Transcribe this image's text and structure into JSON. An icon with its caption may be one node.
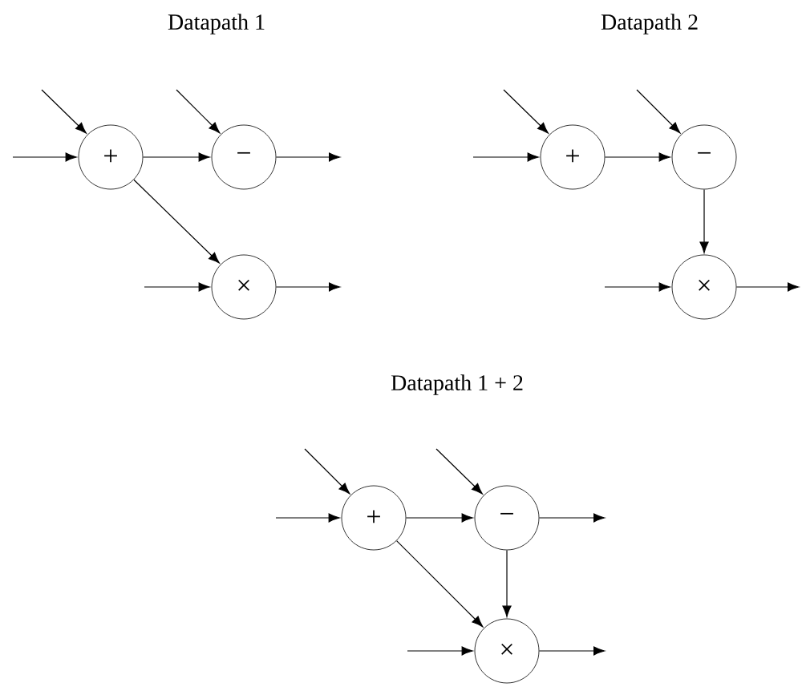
{
  "diagram": {
    "nodes": [
      {
        "text": [
          "+"
        ]
      },
      {
        "text": [
          "−"
        ]
      },
      {
        "text": [
          "×"
        ]
      },
      {
        "text": [
          "+"
        ]
      },
      {
        "text": [
          "−"
        ]
      },
      {
        "text": [
          "×"
        ]
      },
      {
        "text": [
          "+"
        ]
      },
      {
        "text": [
          "−"
        ]
      },
      {
        "text": [
          "×"
        ]
      }
    ],
    "edges": [
      {
        "from": null,
        "to": 0,
        "arrow": "to"
      },
      {
        "from": null,
        "to": 0,
        "arrow": "to"
      },
      {
        "from": 0,
        "to": 1,
        "arrow": "to"
      },
      {
        "from": null,
        "to": 1,
        "arrow": "to"
      },
      {
        "from": 1,
        "to": null,
        "arrow": "to"
      },
      {
        "from": 0,
        "to": 2,
        "arrow": "to"
      },
      {
        "from": null,
        "to": 2,
        "arrow": "to"
      },
      {
        "from": 2,
        "to": null,
        "arrow": "to"
      },
      {
        "from": null,
        "to": 3,
        "arrow": "to"
      },
      {
        "from": null,
        "to": 3,
        "arrow": "to"
      },
      {
        "from": 3,
        "to": 4,
        "arrow": "to"
      },
      {
        "from": null,
        "to": 4,
        "arrow": "to"
      },
      {
        "from": 4,
        "to": 5,
        "arrow": "to"
      },
      {
        "from": null,
        "to": 5,
        "arrow": "to"
      },
      {
        "from": 5,
        "to": null,
        "arrow": "to"
      },
      {
        "from": null,
        "to": 6,
        "arrow": "to"
      },
      {
        "from": null,
        "to": 6,
        "arrow": "to"
      },
      {
        "from": 6,
        "to": 7,
        "arrow": "to"
      },
      {
        "from": null,
        "to": 7,
        "arrow": "to"
      },
      {
        "from": 7,
        "to": null,
        "arrow": "to"
      },
      {
        "from": 7,
        "to": 8,
        "arrow": "to"
      },
      {
        "from": 6,
        "to": 8,
        "arrow": "to"
      },
      {
        "from": null,
        "to": 8,
        "arrow": "to"
      },
      {
        "from": 8,
        "to": null,
        "arrow": "to"
      }
    ],
    "labels": [
      "Datapath 1",
      "Datapath 2",
      "Datapath 1 + 2"
    ]
  }
}
